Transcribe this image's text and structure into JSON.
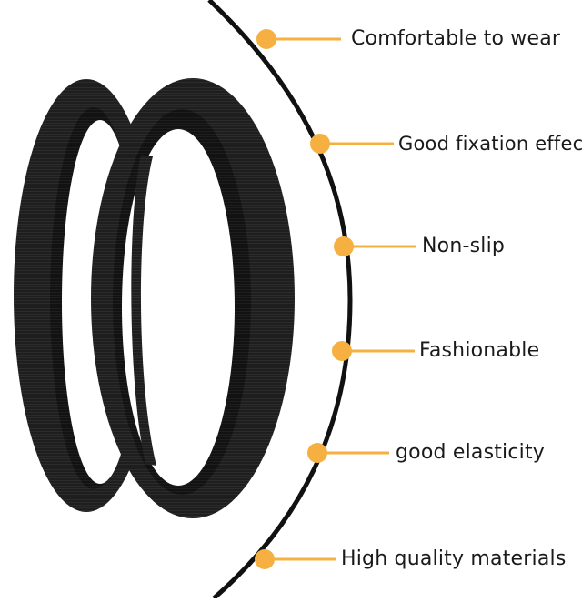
{
  "features": [
    {
      "label": "Comfortable to wear"
    },
    {
      "label": "Good fixation effect"
    },
    {
      "label": "Non-slip"
    },
    {
      "label": "Fashionable"
    },
    {
      "label": "good elasticity"
    },
    {
      "label": "High quality materials"
    }
  ],
  "colors": {
    "accent": "#F5B041",
    "band": "#1c1c1c",
    "outline": "#111111",
    "background": "#ffffff"
  },
  "icons": {
    "marker": "orange-dot-icon",
    "product": "elastic-armband-pair"
  }
}
